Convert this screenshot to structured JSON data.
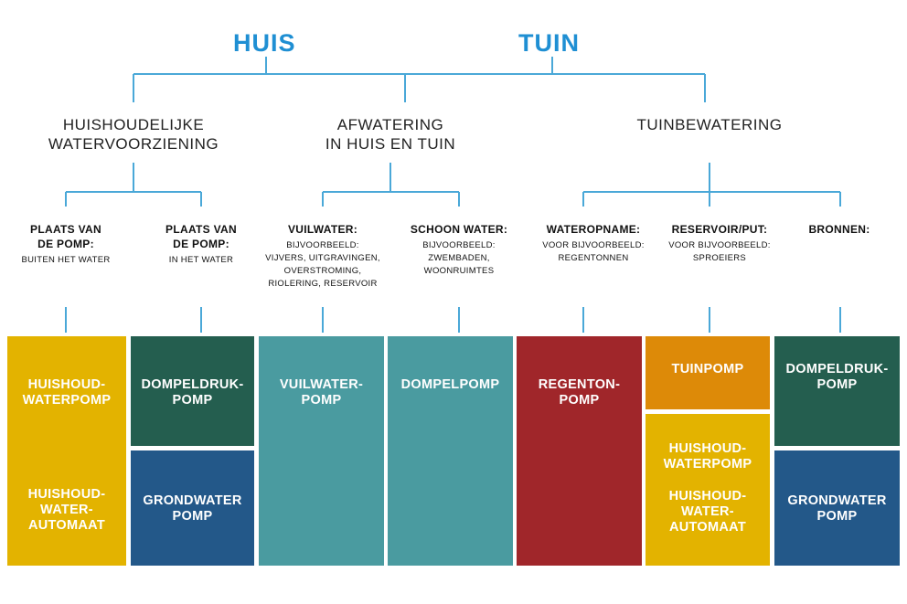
{
  "header": {
    "title_left": "HUIS",
    "title_right": "TUIN"
  },
  "categories": [
    "HUISHOUDELIJKE\nWATERVOORZIENING",
    "AFWATERING\nIN HUIS EN TUIN",
    "TUINBEWATERING"
  ],
  "subcategories": [
    {
      "heading": "PLAATS VAN\nDE POMP:",
      "detail": "BUITEN HET WATER"
    },
    {
      "heading": "PLAATS VAN\nDE POMP:",
      "detail": "IN HET WATER"
    },
    {
      "heading": "VUILWATER:",
      "detail": "BIJVOORBEELD:\nVIJVERS, UITGRAVINGEN,\nOVERSTROMING,\nRIOLERING, RESERVOIR"
    },
    {
      "heading": "SCHOON WATER:",
      "detail": "BIJVOORBEELD:\nZWEMBADEN,\nWOONRUIMTES"
    },
    {
      "heading": "WATEROPNAME:",
      "detail": "VOOR BIJVOORBEELD:\nREGENTONNEN"
    },
    {
      "heading": "RESERVOIR/PUT:",
      "detail": "VOOR BIJVOORBEELD:\nSPROEIERS"
    },
    {
      "heading": "BRONNEN:",
      "detail": ""
    }
  ],
  "pumps": {
    "huishoudwaterpomp_1": "HUISHOUD-\nWATERPOMP",
    "huishoudwaterautomaat_1": "HUISHOUD-\nWATER-\nAUTOMAAT",
    "dompeldrukpomp_1": "DOMPELDRUK-\nPOMP",
    "grondwaterpomp_1": "GRONDWATER\nPOMP",
    "vuilwaterpomp": "VUILWATER-\nPOMP",
    "dompelpomp": "DOMPELPOMP",
    "regentonpomp": "REGENTON-\nPOMP",
    "tuinpomp": "TUINPOMP",
    "huishoudwaterpomp_2": "HUISHOUD-\nWATERPOMP",
    "huishoudwaterautomaat_2": "HUISHOUD-\nWATER-\nAUTOMAAT",
    "dompeldrukpomp_2": "DOMPELDRUK-\nPOMP",
    "grondwaterpomp_2": "GRONDWATER\nPOMP"
  },
  "colors": {
    "title_blue": "#1f8fd3",
    "connector": "#4aa8d8",
    "yellow": "#e3b300",
    "dark_green": "#245e4f",
    "navy": "#235889",
    "teal": "#4a9ba0",
    "red": "#a0262a",
    "orange": "#dd8a08"
  }
}
